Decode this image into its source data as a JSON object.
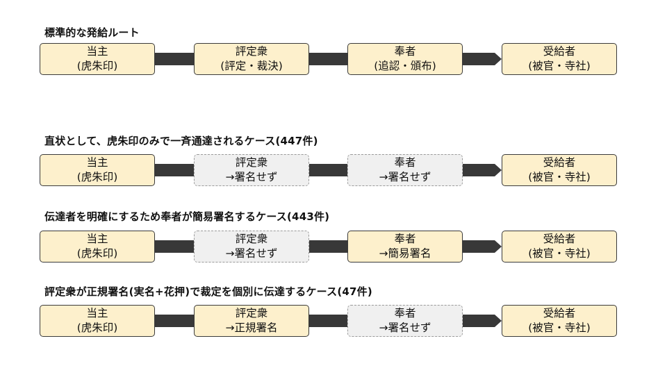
{
  "rows": [
    {
      "title": "標準的な発給ルート",
      "nodes": [
        {
          "line1": "当主",
          "line2": "(虎朱印)",
          "state": "active"
        },
        {
          "line1": "評定衆",
          "line2": "(評定・裁決)",
          "state": "active"
        },
        {
          "line1": "奉者",
          "line2": "(追認・頒布)",
          "state": "active"
        },
        {
          "line1": "受給者",
          "line2": "(被官・寺社)",
          "state": "active"
        }
      ]
    },
    {
      "title": "直状として、虎朱印のみで一斉通達されるケース(447件)",
      "nodes": [
        {
          "line1": "当主",
          "line2": "(虎朱印)",
          "state": "active"
        },
        {
          "line1": "評定衆",
          "line2": "→署名せず",
          "state": "inactive"
        },
        {
          "line1": "奉者",
          "line2": "→署名せず",
          "state": "inactive"
        },
        {
          "line1": "受給者",
          "line2": "(被官・寺社)",
          "state": "active"
        }
      ]
    },
    {
      "title": "伝達者を明確にするため奉者が簡易署名するケース(443件)",
      "nodes": [
        {
          "line1": "当主",
          "line2": "(虎朱印)",
          "state": "active"
        },
        {
          "line1": "評定衆",
          "line2": "→署名せず",
          "state": "inactive"
        },
        {
          "line1": "奉者",
          "line2": "→簡易署名",
          "state": "active"
        },
        {
          "line1": "受給者",
          "line2": "(被官・寺社)",
          "state": "active"
        }
      ]
    },
    {
      "title": "評定衆が正規署名(実名+花押)で裁定を個別に伝達するケース(47件)",
      "nodes": [
        {
          "line1": "当主",
          "line2": "(虎朱印)",
          "state": "active"
        },
        {
          "line1": "評定衆",
          "line2": "→正規署名",
          "state": "active"
        },
        {
          "line1": "奉者",
          "line2": "→署名せず",
          "state": "inactive"
        },
        {
          "line1": "受給者",
          "line2": "(被官・寺社)",
          "state": "active"
        }
      ]
    }
  ],
  "colors": {
    "active_fill": "#fdf0cc",
    "inactive_fill": "#f0f0f0",
    "connector": "#383838"
  }
}
